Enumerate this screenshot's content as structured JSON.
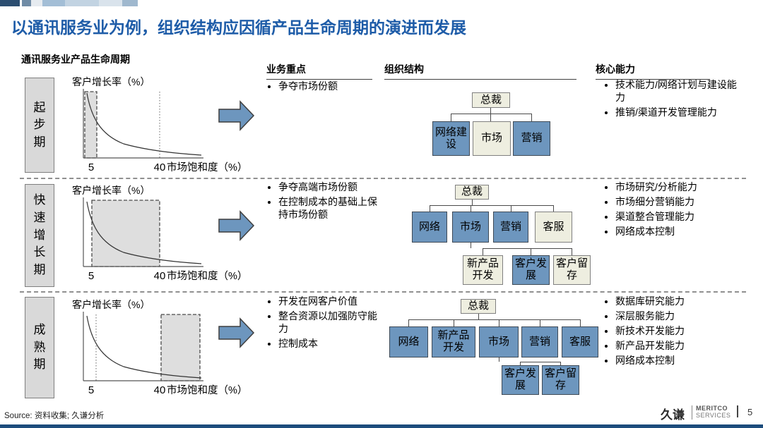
{
  "page": {
    "title": "以通讯服务业为例，组织结构应因循产品生命周期的演进而发展",
    "subtitle": "通讯服务业产品生命周期",
    "columns": {
      "business": "业务重点",
      "org": "组织结构",
      "capability": "核心能力"
    },
    "colors": {
      "title_blue": "#1E5CA8",
      "org_box_blue": "#6D96BE",
      "org_box_cream": "#EEEEE0",
      "phase_box_gray": "#D9D9D9",
      "arrow_blue": "#6D96BE",
      "bottom_bar_blue": "#1C4C7C"
    }
  },
  "axis": {
    "ylabel": "客户增长率（%）",
    "xlabel": "市场饱和度（%）",
    "tick_low": "5",
    "tick_high": "40"
  },
  "phases": [
    {
      "name": "起步期",
      "highlighted_region": "市场饱和度 0–5%",
      "business_focus": [
        "争夺市场份额"
      ],
      "core_capabilities": [
        "技术能力/网络计划与建设能力",
        "推销/渠道开发管理能力"
      ],
      "org": {
        "root": "总裁",
        "level1": [
          {
            "label": "网络建设",
            "style": "blue"
          },
          {
            "label": "市场",
            "style": "cream"
          },
          {
            "label": "营销",
            "style": "blue"
          }
        ],
        "level2_parent": "",
        "level2": []
      }
    },
    {
      "name": "快速增长期",
      "highlighted_region": "市场饱和度 5–40%",
      "business_focus": [
        "争夺高端市场份额",
        "在控制成本的基础上保持市场份额"
      ],
      "core_capabilities": [
        "市场研究/分析能力",
        "市场细分营销能力",
        "渠道整合管理能力",
        "网络成本控制"
      ],
      "org": {
        "root": "总裁",
        "level1": [
          {
            "label": "网络",
            "style": "blue"
          },
          {
            "label": "市场",
            "style": "blue"
          },
          {
            "label": "营销",
            "style": "blue"
          },
          {
            "label": "客服",
            "style": "cream"
          }
        ],
        "level2_parent": "市场",
        "level2": [
          {
            "label": "新产品开发",
            "style": "cream"
          },
          {
            "label": "客户发展",
            "style": "blue"
          },
          {
            "label": "客户留存",
            "style": "cream"
          }
        ]
      }
    },
    {
      "name": "成熟期",
      "highlighted_region": "市场饱和度 40%以上",
      "business_focus": [
        "开发在网客户价值",
        "整合资源以加强防守能力",
        "控制成本"
      ],
      "core_capabilities": [
        "数据库研究能力",
        "深层服务能力",
        "新技术开发能力",
        "新产品开发能力",
        "网络成本控制"
      ],
      "org": {
        "root": "总裁",
        "level1": [
          {
            "label": "网络",
            "style": "blue"
          },
          {
            "label": "新产品开发",
            "style": "blue"
          },
          {
            "label": "市场",
            "style": "blue"
          },
          {
            "label": "营销",
            "style": "blue"
          },
          {
            "label": "客服",
            "style": "blue"
          }
        ],
        "level2_parent": "市场",
        "level2": [
          {
            "label": "客户发展",
            "style": "blue"
          },
          {
            "label": "客户留存",
            "style": "blue"
          }
        ]
      }
    }
  ],
  "footer": {
    "source": "Source: 资料收集; 久谦分析",
    "brand_cn": "久谦",
    "brand_line1": "MERITCO",
    "brand_line2": "SERVICES",
    "page_number": "5"
  }
}
